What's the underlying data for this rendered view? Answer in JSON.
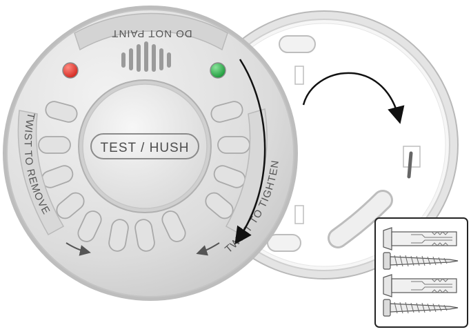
{
  "labels": {
    "do_not_paint": "DO NOT PAINT",
    "test_hush": "TEST / HUSH",
    "twist_to_remove": "TWIST TO REMOVE",
    "twist_to_tighten": "TWIST TO TIGHTEN"
  },
  "indicators": {
    "left_led_color": "#d42a22",
    "right_led_color": "#1e9a3c"
  },
  "icons": {
    "anchor": "wall-anchor-icon",
    "screw": "screw-icon"
  }
}
